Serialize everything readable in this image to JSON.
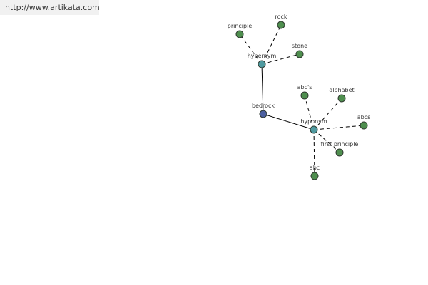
{
  "site": {
    "url_text": "http://www.artikata.com"
  },
  "colors": {
    "center_node": "#4b5fa0",
    "relation_node": "#4f9aa0",
    "leaf_node": "#4f8f4f",
    "site_bar": "#f1f1f1"
  },
  "graph": {
    "center": "bedrock",
    "relations": [
      {
        "label": "hypernym",
        "terms": [
          "principle",
          "rock",
          "stone"
        ]
      },
      {
        "label": "hyponym",
        "terms": [
          "abc's",
          "alphabet",
          "abcs",
          "first principle",
          "abc"
        ]
      }
    ]
  }
}
